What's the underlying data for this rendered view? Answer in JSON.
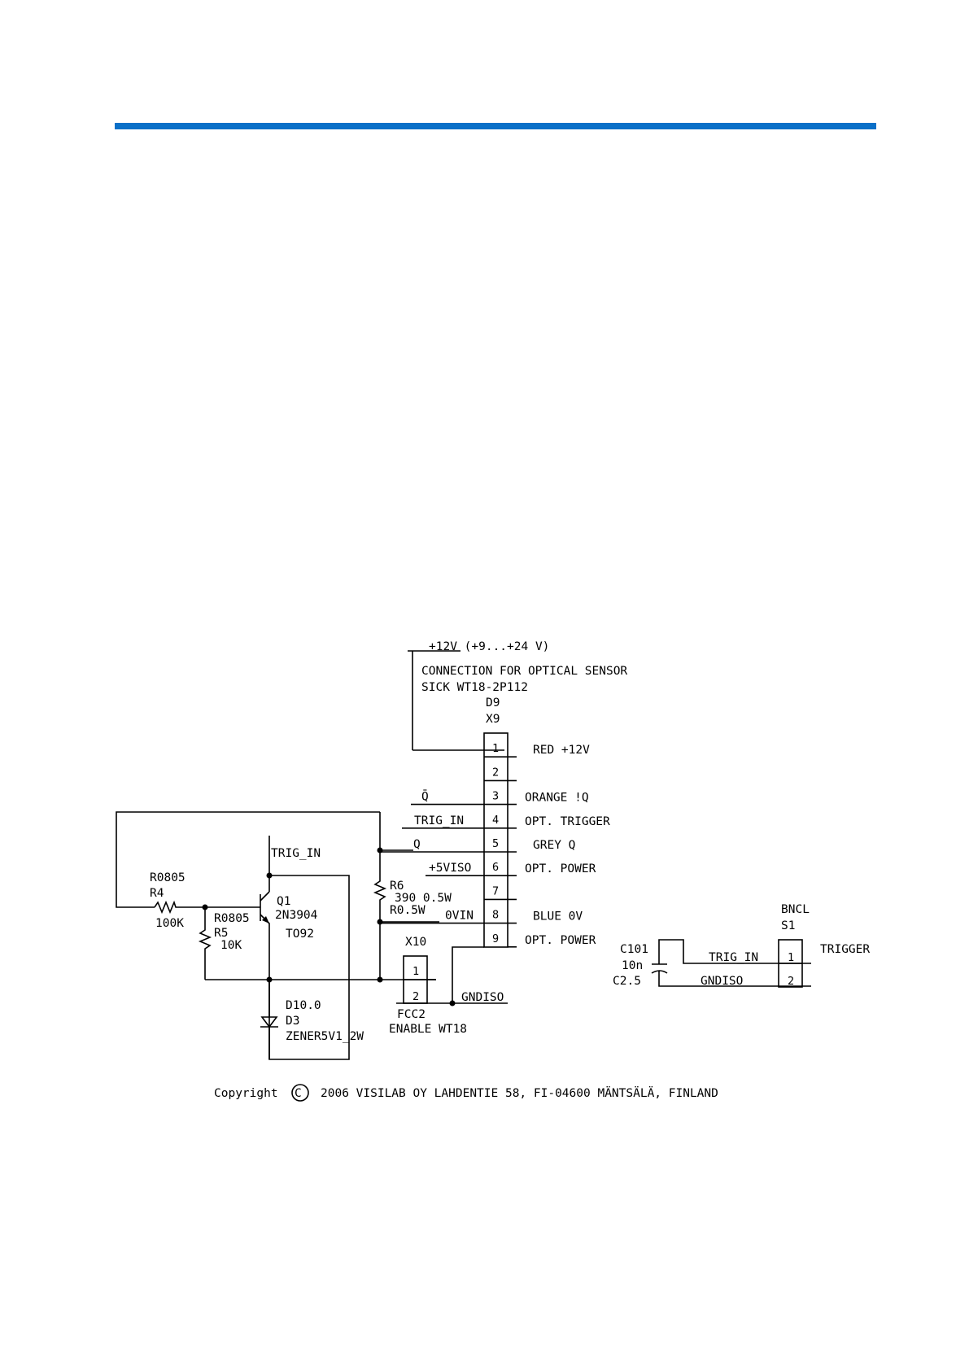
{
  "colors": {
    "accent_bar": "#0a70c8",
    "ink": "#000000",
    "background": "#ffffff"
  },
  "supply_label": "+12V (+9...+24 V)",
  "connection_label": "CONNECTION FOR OPTICAL SENSOR",
  "sensor_label": "SICK WT18-2P112",
  "x9": {
    "ref1": "D9",
    "ref2": "X9",
    "pins": [
      {
        "num": "1",
        "signal": "",
        "desc": "RED +12V"
      },
      {
        "num": "2",
        "signal": "",
        "desc": ""
      },
      {
        "num": "3",
        "signal": "Q̄",
        "desc": "ORANGE !Q"
      },
      {
        "num": "4",
        "signal": "TRIG_IN",
        "desc": "OPT. TRIGGER"
      },
      {
        "num": "5",
        "signal": "Q",
        "desc": "GREY Q"
      },
      {
        "num": "6",
        "signal": "+5VISO",
        "desc": "OPT. POWER"
      },
      {
        "num": "7",
        "signal": "",
        "desc": ""
      },
      {
        "num": "8",
        "signal": "0VIN",
        "desc": "BLUE 0V"
      },
      {
        "num": "9",
        "signal": "",
        "desc": "OPT. POWER"
      }
    ]
  },
  "r4": {
    "pkg": "R0805",
    "ref": "R4",
    "value": "100K"
  },
  "r5": {
    "pkg": "R0805",
    "ref": "R5",
    "value": "10K"
  },
  "q1": {
    "ref": "Q1",
    "part": "2N3904",
    "pkg": "TO92",
    "net": "TRIG_IN"
  },
  "r6": {
    "ref": "R6",
    "value": "390 0.5W",
    "pkg": "R0.5W"
  },
  "d3": {
    "pkg": "D10.0",
    "ref": "D3",
    "part": "ZENER5V1_2W"
  },
  "x10": {
    "ref": "X10",
    "pin1": "1",
    "pin2": "2",
    "pkg": "FCC2",
    "label": "ENABLE WT18",
    "net": "GNDISO"
  },
  "c101": {
    "ref": "C101",
    "value": "10n",
    "pkg": "C2.5"
  },
  "s1": {
    "type": "BNCL",
    "ref": "S1",
    "pin1": "1",
    "pin2": "2",
    "label": "TRIGGER",
    "net1": "TRIG_IN",
    "net2": "GNDISO"
  },
  "copyright": {
    "prefix": "Copyright",
    "symbol": "C",
    "text": "2006 VISILAB OY LAHDENTIE 58, FI-04600 MÄNTSÄLÄ, FINLAND"
  }
}
